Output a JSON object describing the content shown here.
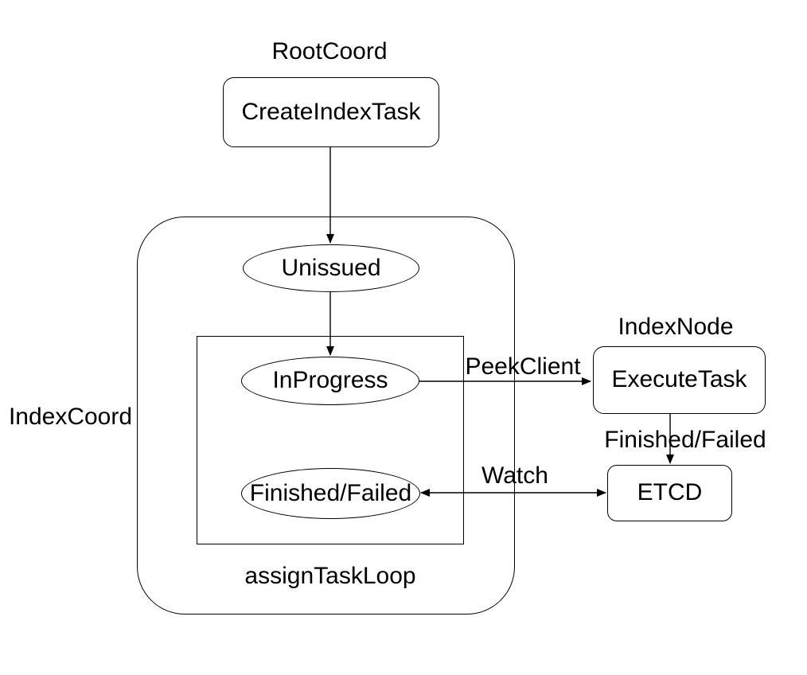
{
  "diagram": {
    "colors": {
      "background": "#ffffff",
      "line": "#000000",
      "text": "#000000"
    },
    "group_labels": {
      "root_coord": "RootCoord",
      "index_node": "IndexNode",
      "index_coord": "IndexCoord",
      "assign_task_loop": "assignTaskLoop"
    },
    "nodes": {
      "create_index_task": {
        "label": "CreateIndexTask",
        "shape": "rounded-rect"
      },
      "unissued": {
        "label": "Unissued",
        "shape": "ellipse"
      },
      "in_progress": {
        "label": "InProgress",
        "shape": "ellipse"
      },
      "finished_failed": {
        "label": "Finished/Failed",
        "shape": "ellipse"
      },
      "execute_task": {
        "label": "ExecuteTask",
        "shape": "rounded-rect"
      },
      "etcd": {
        "label": "ETCD",
        "shape": "rounded-rect"
      }
    },
    "edge_labels": {
      "peek_client": "PeekClient",
      "finished_failed": "Finished/Failed",
      "watch": "Watch"
    },
    "edges": [
      {
        "from": "create_index_task",
        "to": "unissued",
        "label": "",
        "direction": "down"
      },
      {
        "from": "unissued",
        "to": "in_progress",
        "label": "",
        "direction": "down"
      },
      {
        "from": "in_progress",
        "to": "execute_task",
        "label": "PeekClient",
        "direction": "right"
      },
      {
        "from": "execute_task",
        "to": "etcd",
        "label": "Finished/Failed",
        "direction": "down"
      },
      {
        "from": "finished_failed",
        "to": "etcd",
        "label": "Watch",
        "direction": "both"
      }
    ]
  }
}
